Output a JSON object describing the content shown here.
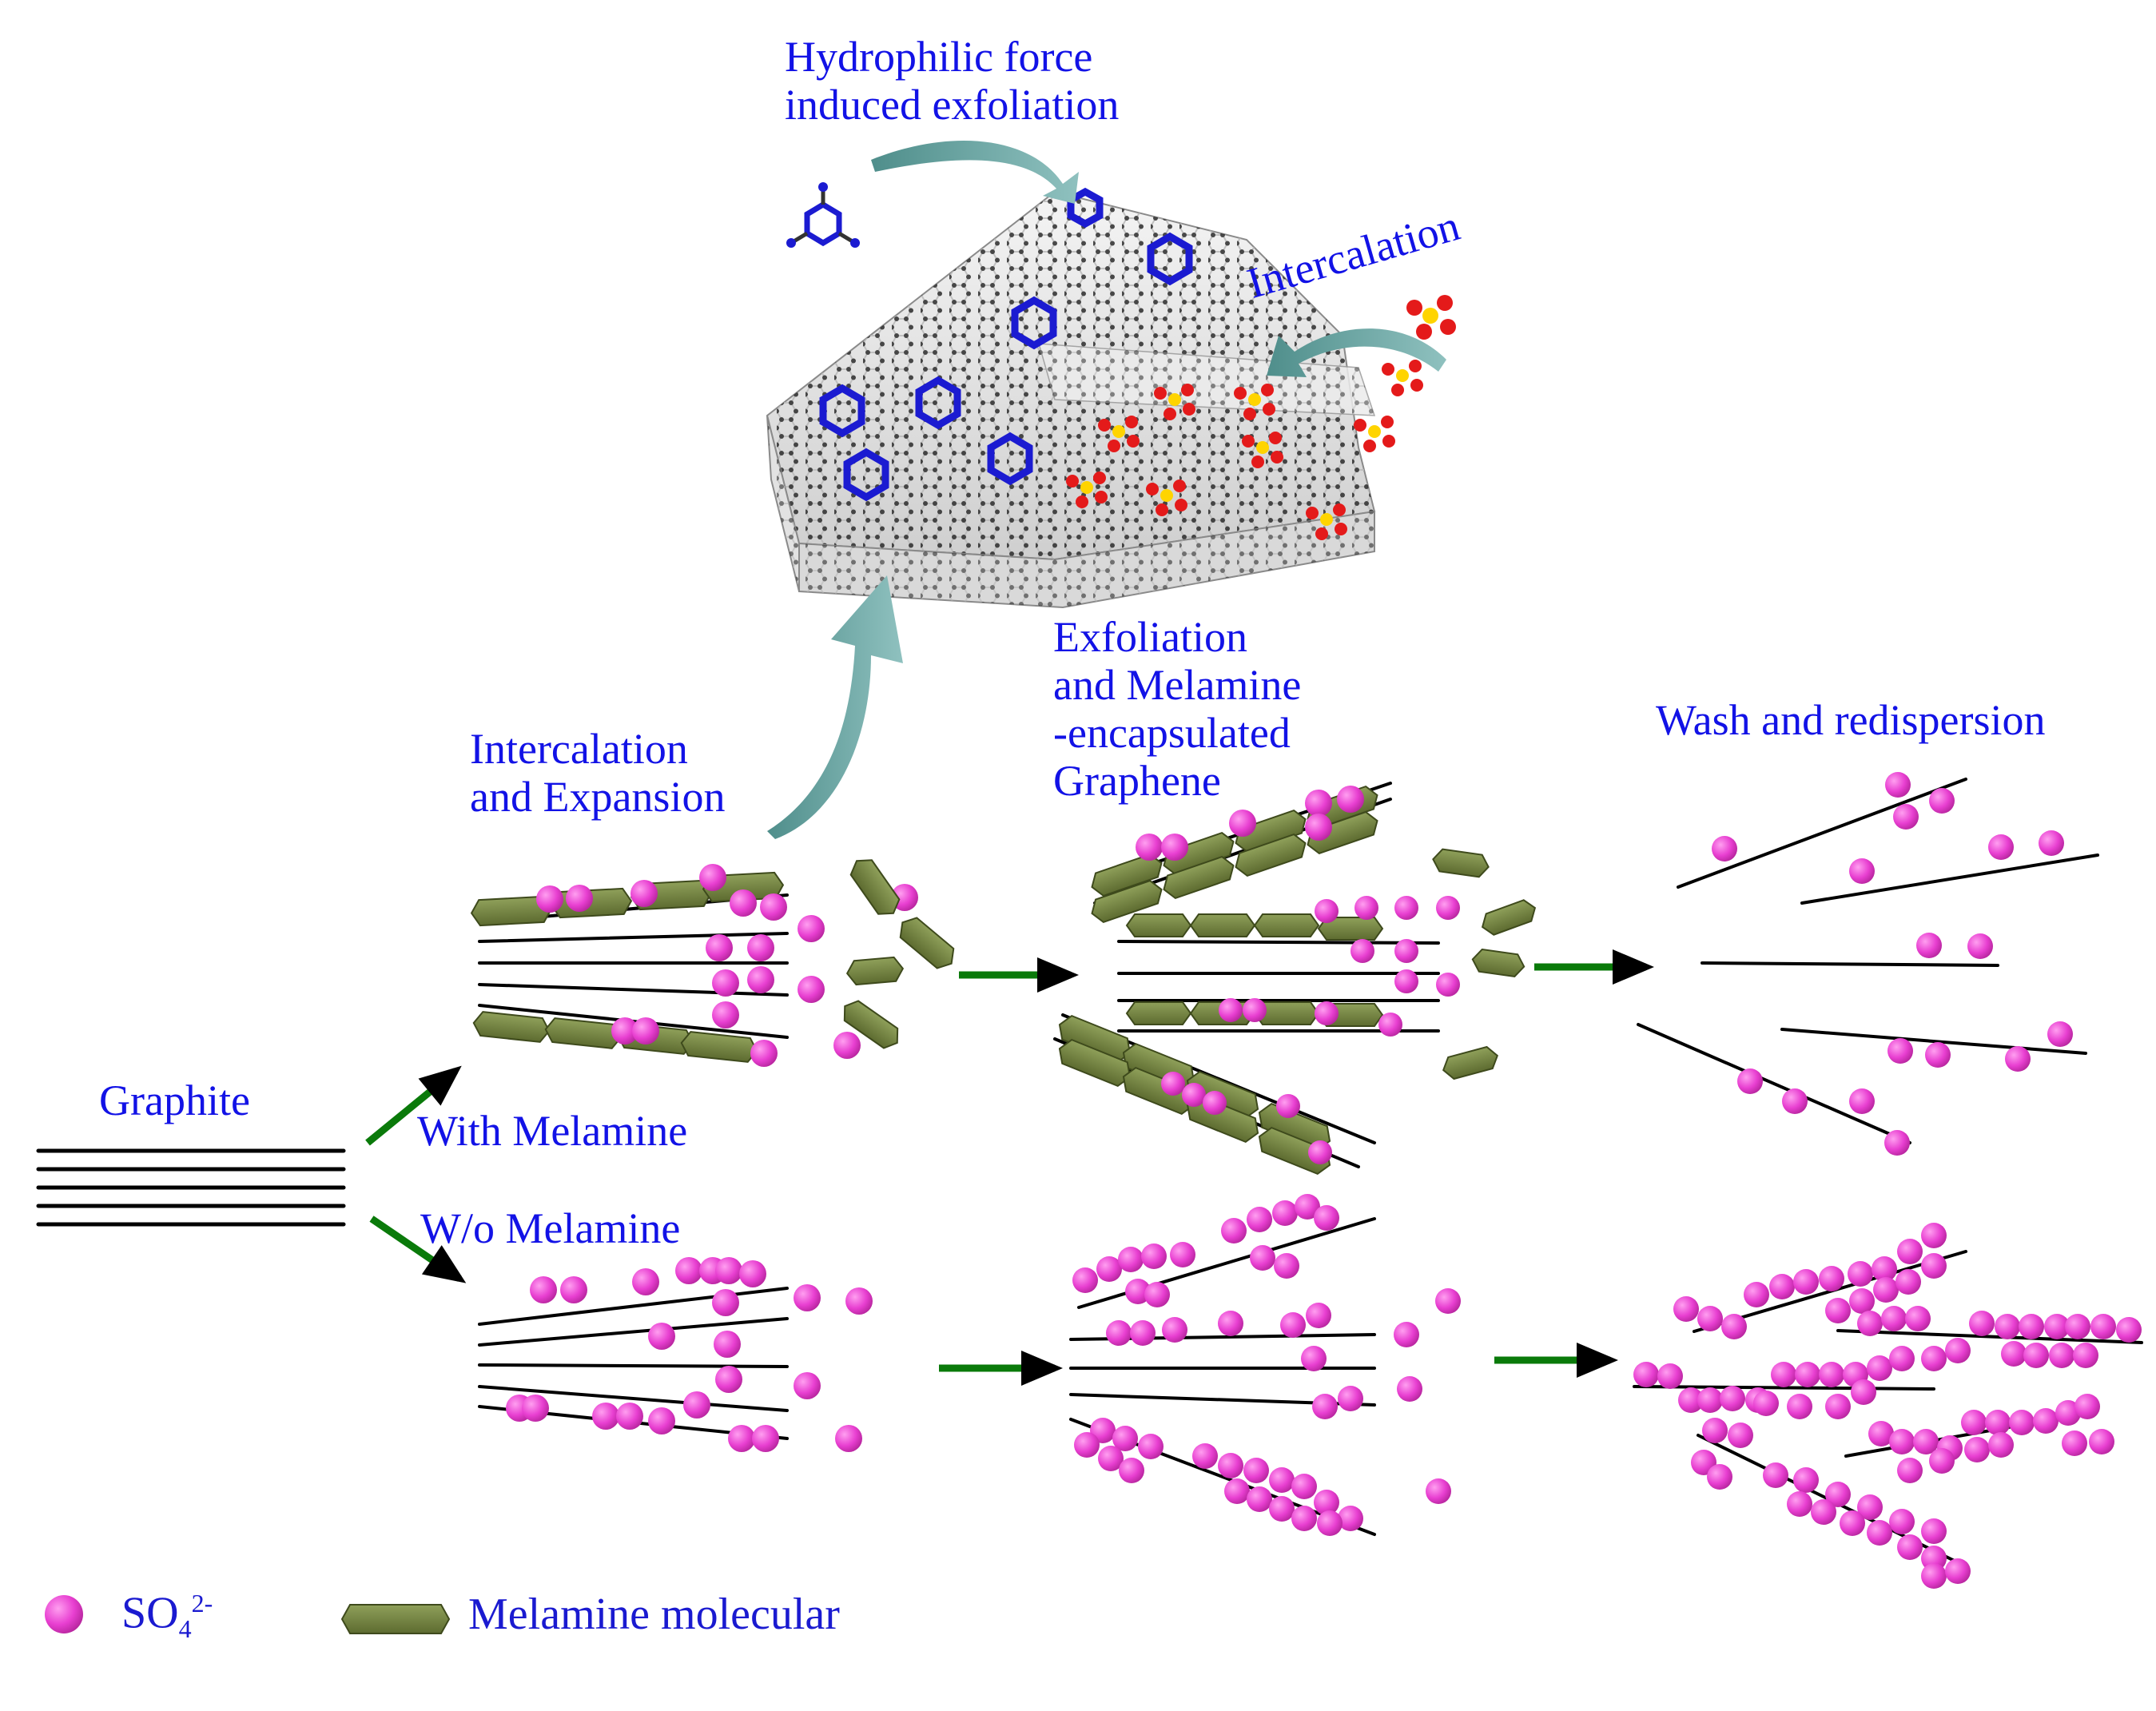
{
  "labels": {
    "hydrophilic_1": "Hydrophilic force",
    "hydrophilic_2": "induced exfoliation",
    "intercalation_top": "Intercalation",
    "intercalation_exp_1": "Intercalation",
    "intercalation_exp_2": "and Expansion",
    "exfol_1": "Exfoliation",
    "exfol_2": "and Melamine",
    "exfol_3": "-encapsulated",
    "exfol_4": "Graphene",
    "wash": "Wash and redispersion",
    "graphite": "Graphite",
    "with_melamine": "With Melamine",
    "without_melamine": "W/o Melamine"
  },
  "legend": {
    "so4_text": "SO",
    "so4_sub": "4",
    "so4_sup": "2-",
    "melamine_text": "Melamine molecular"
  },
  "colors": {
    "label_blue": "#1212e6",
    "sulfate_pink": "#e83fd1",
    "melamine_green": "#6f7f3d",
    "arrow_green": "#0a7a0a",
    "curve_teal": "#6fa6a4",
    "sheet_line": "#000000"
  }
}
